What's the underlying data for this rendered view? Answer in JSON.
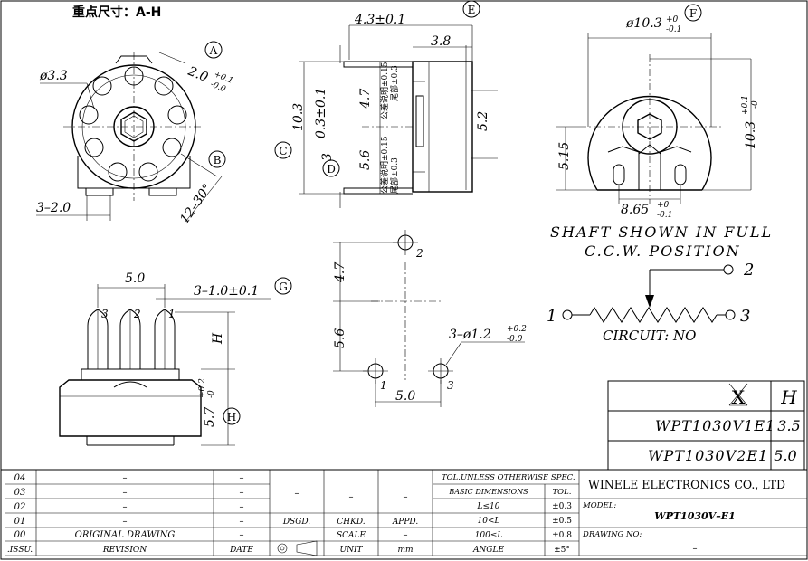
{
  "header": {
    "key_dims": "重点尺寸：A-H"
  },
  "balloons": {
    "a": "A",
    "b": "B",
    "c": "C",
    "d": "D",
    "e": "E",
    "f": "F",
    "g": "G",
    "h": "H"
  },
  "front_view": {
    "hole_dia": "ø3.3",
    "a_dim": "2.0",
    "a_tol_up": "+0.1",
    "a_tol_low": "-0.0",
    "b_dim": "12–30°",
    "pitch": "3–2.0"
  },
  "side_view": {
    "width_top": "4.3±0.1",
    "width_inner": "3.8",
    "height": "10.3",
    "pin_thk": "0.3±0.1",
    "pin_no": "3",
    "dim_47": "4.7",
    "dim_56": "5.6",
    "dim_52": "5.2",
    "tol_note_1": "公差说明±0.15",
    "tol_note_2": "尾部±0.3"
  },
  "back_view": {
    "diameter": "ø10.3",
    "dia_tol_up": "+0",
    "dia_tol_low": "-0.1",
    "height": "10.3",
    "height_tol_up": "+0.1",
    "height_tol_low": "-0",
    "dim_515": "5.15",
    "dim_865": "8.65",
    "w_tol_up": "+0",
    "w_tol_low": "-0.1"
  },
  "shaft_note": {
    "line1": "SHAFT SHOWN IN FULL",
    "line2": "C.C.W. POSITION"
  },
  "pin_view": {
    "dim_5": "5.0",
    "pin_dim": "3–1.0±0.1",
    "label_h": "H",
    "dim_57": "5.7",
    "dim_57_up": "+0.2",
    "dim_57_low": "-0",
    "pin3": "3",
    "pin2": "2",
    "pin1": "1"
  },
  "hole_layout": {
    "dim_47": "4.7",
    "dim_56": "5.6",
    "dim_5": "5.0",
    "hole_dim": "3–ø1.2",
    "hole_tol_up": "+0.2",
    "hole_tol_low": "-0.0",
    "n1": "1",
    "n2": "2",
    "n3": "3"
  },
  "circuit": {
    "n1": "1",
    "n2": "2",
    "n3": "3",
    "caption": "CIRCUIT: NO"
  },
  "variant_table": {
    "h_x": "X",
    "h_h": "H",
    "rows": [
      {
        "model": "WPT1030V1E1",
        "h": "3.5"
      },
      {
        "model": "WPT1030V2E1",
        "h": "5.0"
      }
    ]
  },
  "title_block": {
    "revisions": [
      {
        "no": "04",
        "rev": "–",
        "date": "–"
      },
      {
        "no": "03",
        "rev": "–",
        "date": "–"
      },
      {
        "no": "02",
        "rev": "–",
        "date": "–"
      },
      {
        "no": "01",
        "rev": "–",
        "date": "–"
      },
      {
        "no": "00",
        "rev": "ORIGINAL  DRAWING",
        "date": "–"
      }
    ],
    "h_issu": ".ISSU.",
    "h_revision": "REVISION",
    "h_date": "DATE",
    "sign_vals": [
      "–",
      "–",
      "–"
    ],
    "dsgd": "DSGD.",
    "chkd": "CHKD.",
    "appd": "APPD.",
    "scale": "SCALE",
    "scale_val": "–",
    "unit": "UNIT",
    "unit_val": "mm",
    "tol_title": "TOL.UNLESS OTHERWISE SPEC.",
    "basic_dims": "BASIC DIMENSIONS",
    "tol": "TOL.",
    "tol_rows": [
      {
        "dim": "L≤10",
        "tol": "±0.3"
      },
      {
        "dim": "10<L",
        "tol": "±0.5"
      },
      {
        "dim": "100≤L",
        "tol": "±0.8"
      },
      {
        "dim": "ANGLE",
        "tol": "±5°"
      }
    ],
    "company": "WINELE ELECTRONICS CO., LTD",
    "model_label": "MODEL:",
    "model": "WPT1030V–E1",
    "drawing_no_label": "DRAWING NO:",
    "drawing_no": "–"
  }
}
